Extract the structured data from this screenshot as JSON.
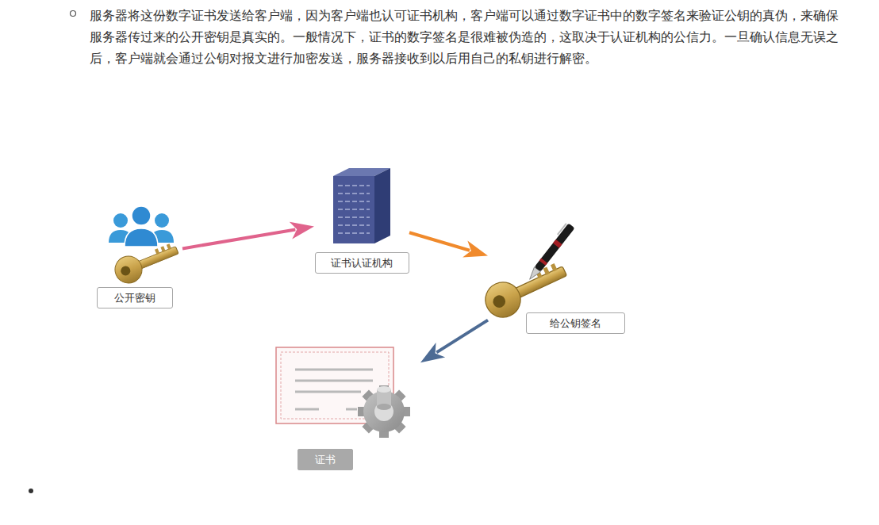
{
  "diagram": {
    "nodes": [
      {
        "text": [
          "公开密钥"
        ]
      },
      {
        "text": [
          "证书认证机构"
        ]
      },
      {
        "text": [
          "给公钥签名"
        ]
      },
      {
        "text": [
          "证书"
        ]
      }
    ],
    "edges": [
      {
        "from": 0,
        "to": 1,
        "arrow": "to"
      },
      {
        "from": 1,
        "to": 2,
        "arrow": "to"
      },
      {
        "from": 2,
        "to": 3,
        "arrow": "to"
      }
    ],
    "labels": [
      "服务器将这份数字证书发送给客户端，因为客户端也认可证书机构，客户端可以通过数字证书中的数字签名来验证公钥的真伪，来确保服务器传过来的公开密钥是真实的。一般情况下，证书的数字签名是很难被伪造的，这取决于认证机构的公信力。一旦确认信息无误之后，客户端就会通过公钥对报文进行加密发送，服务器接收到以后用自己的私钥进行解密。"
    ]
  }
}
